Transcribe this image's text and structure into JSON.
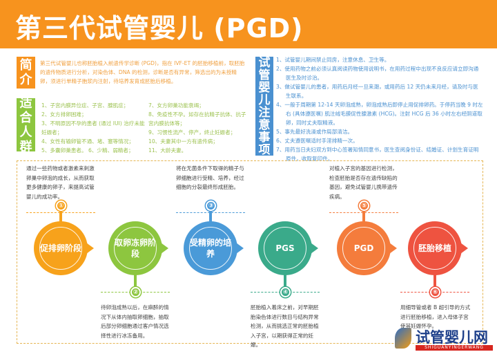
{
  "title": "第三代试管婴儿 (PGD)",
  "intro": {
    "label": "简介",
    "text": "第三代试管婴儿也称胚胎植入前遗传学诊断 (PGD)，指在 IVF-ET 的胚胎移植前，取胚胎的遗传物质进行分析，对染色体、DNA 的检测，诊断是否有异常，筛选出的为未授精卵，须进行单精子胞浆内注射，待培养发育成胚胎后移植。"
  },
  "suitable": {
    "label": "适合人群",
    "col1": [
      "1、子宫内膜异位症、子宫、腺肌症；",
      "2、女方排卵困难；",
      "3、不明原因不孕的患者 (通过 IUI) 治疗未能妊娠者；",
      "4、女性有输卵管不通、堵、塞等情况；",
      "5、多囊卵巢患者。 6、少精、弱精者；"
    ],
    "col2": [
      "7、女方卵巢功能衰竭；",
      "8、免疫性不孕。如存在抗精子抗体、抗子宫内膜抗体等；",
      "9、习惯性流产、停产，终止妊娠者；",
      "10、夫妻其中一方有遗传病；",
      "11、大龄夫妻。"
    ]
  },
  "notes": {
    "label": "试管婴儿注意事项",
    "items": [
      "1、试管婴儿期间禁止同房，注意休息、卫生等。",
      "2、使用药物之前必须认真阅读药物使用说明书，在用药过程中出现不良反应请立即沟通医生及时诊治。",
      "3、做试管婴儿的患者，用药后月经一旦来潮，或用药后 12 天仍未来月经，请及时与医生联系。",
      "4、一般于周期第 12-14 天卵泡成熟，卵泡成熟后即停止用促排卵药。于停药当晚 9 时左右 (具体遵医嘱) 肌注绒毛膜促性腺激素 (HCG)。注射 HCG 后 36 小时左右经阴道取卵，同时丈夫取精液。",
      "5、事先最好洗澡或作局部清洁。",
      "6、丈夫遵医嘱适时手淫排精一次。",
      "7、用药当日夫妇双方到中心签署知情同意书，医生查阅身份证、结婚证、计划生育证明原件，收取复印件。"
    ]
  },
  "steps": [
    {
      "num": "①",
      "label": "促排卵阶段",
      "color": "#f7a21b",
      "desc": "通过一些药物或者激素来刺激卵巢中卵泡的成长，从而获取更多健康的卵子，来提高试管婴儿的成功率。"
    },
    {
      "num": "②",
      "label": "取卵冻卵阶段",
      "color": "#8dc63f",
      "desc": "待卵泡成熟以后，在麻醉的情况下从体内抽取卵细胞，抽取后部分卵细胞通过客户情况选择性进行冰冻备用。"
    },
    {
      "num": "③",
      "label": "受精卵的培养",
      "color": "#4a9ad8",
      "desc": "将在无菌条件下取得的精子与卵细胞进行受精、培养，经过细胞的分裂最终形成胚胎。"
    },
    {
      "num": "④",
      "label": "PGS",
      "color": "#3aaa8a",
      "desc": "胚胎植入着床之前，对早期胚胎染色体进行数目与结构异常检测，从而挑选正常的胚胎植入子宫，以期获得正常的妊娠。"
    },
    {
      "num": "⑤",
      "label": "PGD",
      "color": "#f47c3c",
      "desc": "对植入子宫的基因进行检测，检查胚胎是否存在遗传缺陷的基因，避免试管婴儿携带遗传疾病。"
    },
    {
      "num": "⑥",
      "label": "胚胎移植",
      "color": "#ee5340",
      "desc": "用细导管或者 B 超引导的方式进行胚胎移植，进入母体子宫使其妊娠怀孕。"
    }
  ],
  "logo": {
    "text": "试管婴儿网",
    "pinyin": "SHIGUANYINGERWANG"
  },
  "colors": {
    "header": "#f7931e",
    "intro": "#f7931e",
    "suitable": "#8dc63f",
    "notes": "#4a90d0",
    "border": "#e5b450"
  }
}
